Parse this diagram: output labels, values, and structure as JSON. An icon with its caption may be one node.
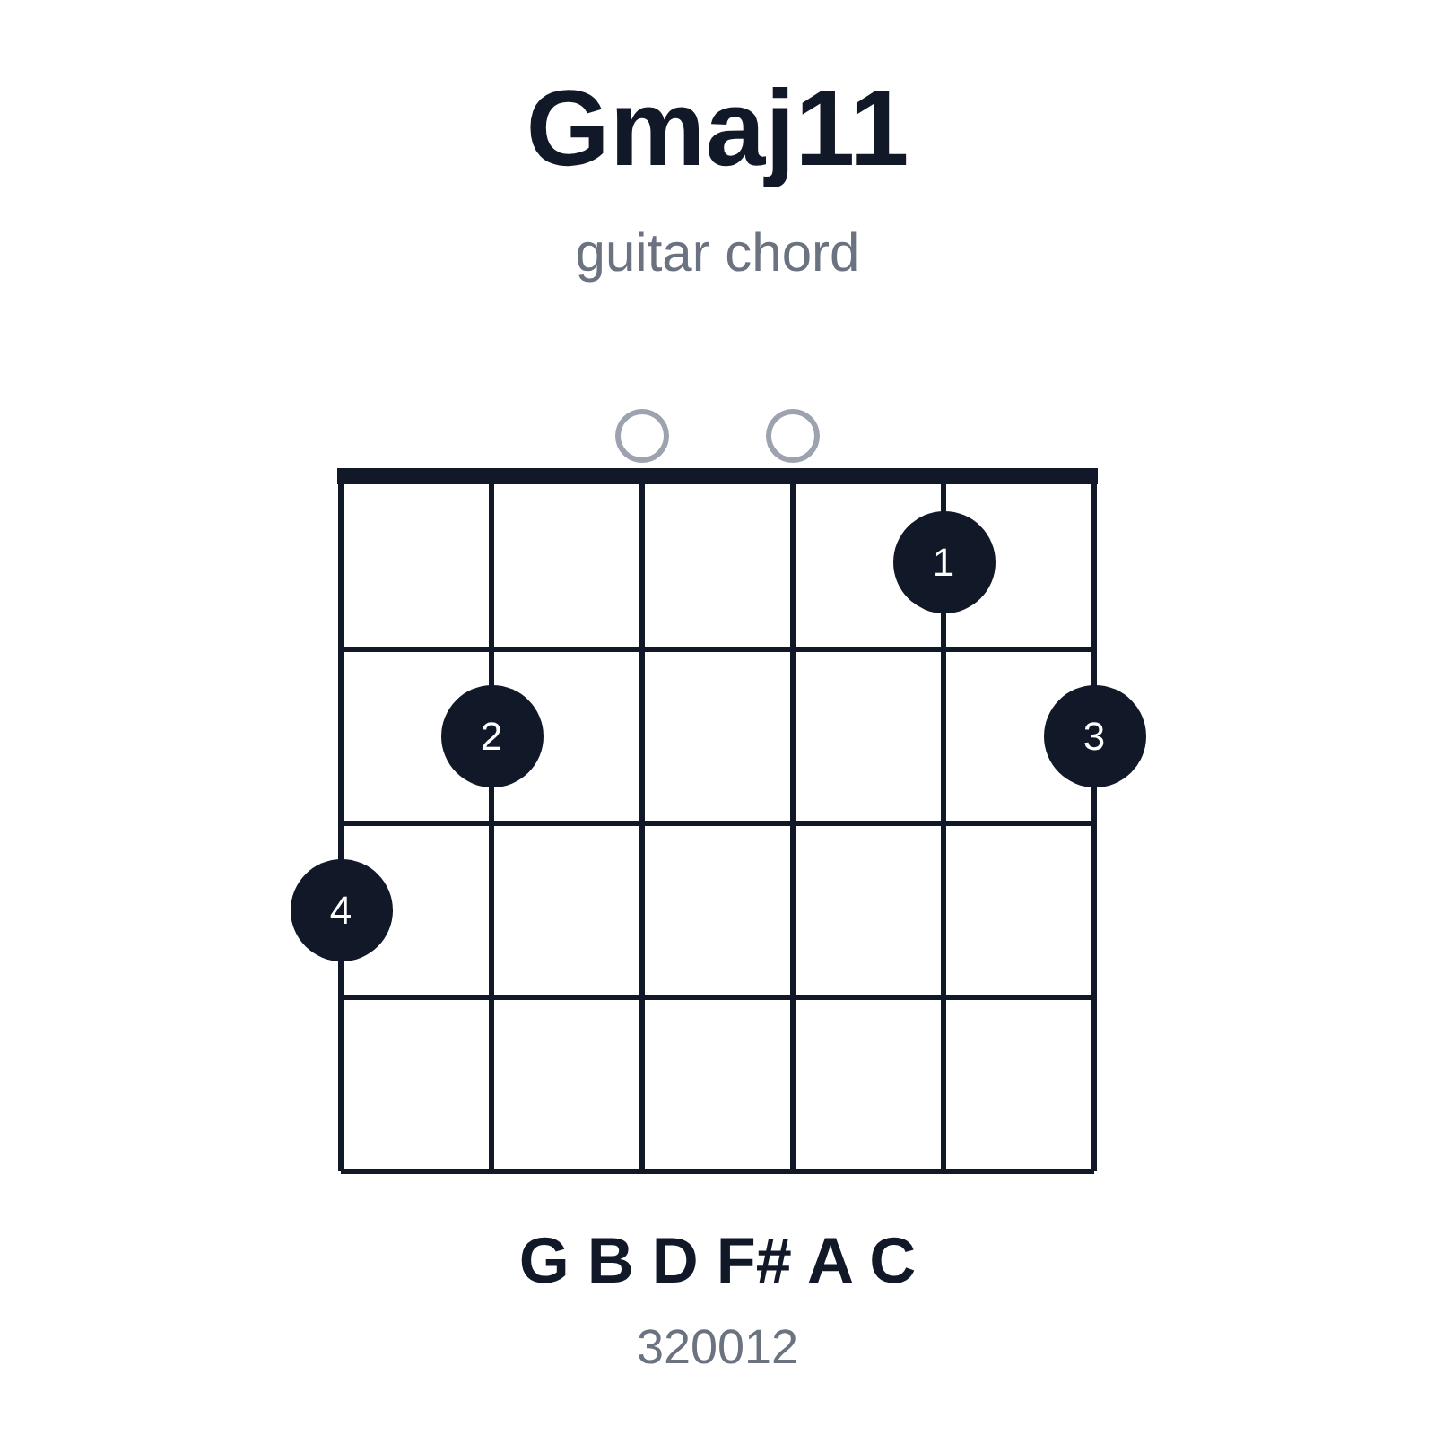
{
  "diagram": {
    "title": "Gmaj11",
    "caption": "guitar chord",
    "nodes": [
      {
        "text": [],
        "shape": "circle"
      },
      {
        "text": [],
        "shape": "circle"
      },
      {
        "text": [
          "1"
        ]
      },
      {
        "text": [
          "2"
        ]
      },
      {
        "text": [
          "3"
        ]
      },
      {
        "text": [
          "4"
        ]
      }
    ],
    "labels": [
      "G B D F# A C",
      "320012"
    ]
  }
}
